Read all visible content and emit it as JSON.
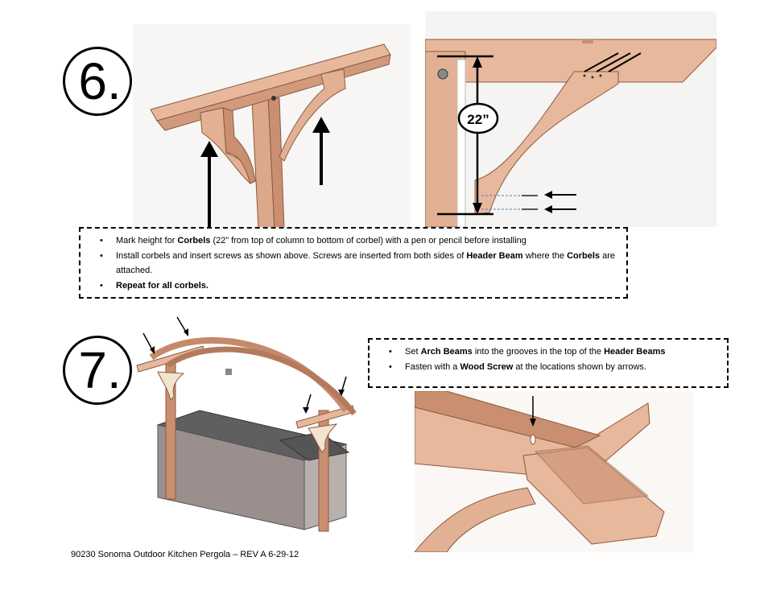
{
  "steps": {
    "step6": {
      "number": "6.",
      "measure_label": "22”",
      "bullets": [
        {
          "parts": [
            {
              "text": "Mark height for ",
              "bold": false
            },
            {
              "text": "Corbels",
              "bold": true
            },
            {
              "text": " (22” from top of column to bottom of corbel) with a pen or pencil before installing",
              "bold": false
            }
          ]
        },
        {
          "parts": [
            {
              "text": "Install corbels and insert screws as shown above. Screws are inserted from both sides of ",
              "bold": false
            },
            {
              "text": "Header Beam",
              "bold": true
            },
            {
              "text": " where the ",
              "bold": false
            },
            {
              "text": "Corbels",
              "bold": true
            },
            {
              "text": " are attached.",
              "bold": false
            }
          ]
        },
        {
          "parts": [
            {
              "text": "Repeat for all corbels.",
              "bold": true
            }
          ]
        }
      ]
    },
    "step7": {
      "number": "7.",
      "bullets": [
        {
          "parts": [
            {
              "text": "Set ",
              "bold": false
            },
            {
              "text": "Arch Beams",
              "bold": true
            },
            {
              "text": "  into the grooves in the top of the ",
              "bold": false
            },
            {
              "text": "Header Beams",
              "bold": true
            }
          ]
        },
        {
          "parts": [
            {
              "text": "Fasten with a ",
              "bold": false
            },
            {
              "text": "Wood Screw",
              "bold": true
            },
            {
              "text": " at the locations shown by arrows.",
              "bold": false
            }
          ]
        }
      ]
    }
  },
  "footer": "90230 Sonoma Outdoor Kitchen  Pergola – REV A 6-29-12",
  "colors": {
    "wood": "#e8b89c",
    "wood_dark": "#c98f70",
    "wood_edge": "#8a5a40",
    "arch": "#c48a6c",
    "counter": "#9a8f8c",
    "counter_top": "#5f5f5f"
  }
}
